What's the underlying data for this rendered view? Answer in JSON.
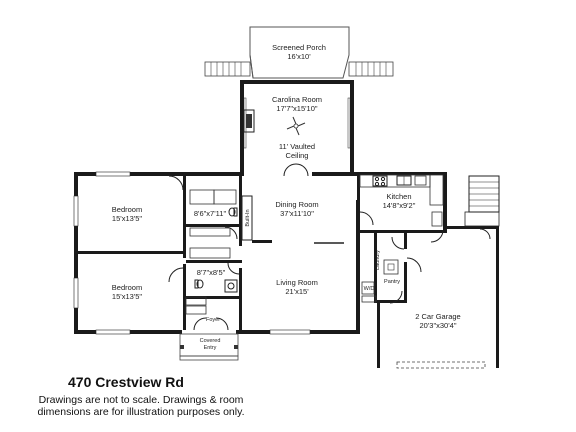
{
  "rooms": {
    "screened_porch": {
      "name": "Screened Porch",
      "dims": "16'x10'"
    },
    "carolina_room": {
      "name": "Carolina Room",
      "dims": "17'7\"x15'10\"",
      "note_line1": "11' Vaulted",
      "note_line2": "Ceiling"
    },
    "dining_room": {
      "name": "Dining Room",
      "dims": "37'x11'10\""
    },
    "kitchen": {
      "name": "Kitchen",
      "dims": "14'8\"x9'2\""
    },
    "bedroom_1": {
      "name": "Bedroom",
      "dims": "15'x13'5\""
    },
    "bedroom_2": {
      "name": "Bedroom",
      "dims": "15'x13'5\""
    },
    "bath_1": {
      "dims": "8'6\"x7'11\""
    },
    "bath_2": {
      "dims": "8'7\"x8'5\""
    },
    "built_in": {
      "name": "Built-In"
    },
    "living_room": {
      "name": "Living Room",
      "dims": "21'x15'"
    },
    "laundry": {
      "name": "Laundry"
    },
    "pantry": {
      "name": "Pantry"
    },
    "wd": {
      "name": "W/D"
    },
    "foyer": {
      "name": "Foyer"
    },
    "covered_entry": {
      "name_line1": "Covered",
      "name_line2": "Entry"
    },
    "garage": {
      "name": "2 Car Garage",
      "dims": "20'3\"x30'4\""
    }
  },
  "address": "470 Crestview Rd",
  "disclaimer": "Drawings are not to scale. Drawings & room dimensions are for illustration purposes only.",
  "icons": [
    "ceiling-fan-icon",
    "fireplace-icon",
    "stairs-icon",
    "toilet-icon",
    "sink-icon",
    "door-swing-icon"
  ]
}
